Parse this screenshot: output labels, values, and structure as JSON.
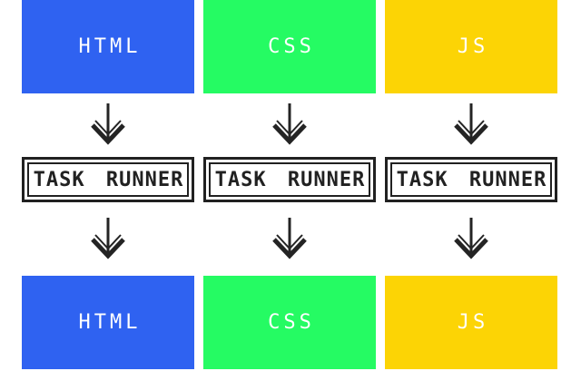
{
  "diagram": {
    "background": "#ffffff",
    "box_text_color": "#ffffff",
    "outline_color": "#212121",
    "arrow_color": "#242424",
    "columns": [
      {
        "id": "html",
        "source_label": "HTML",
        "processor_label": "TASK RUNNER",
        "output_label": "HTML",
        "box_color": "#2F62F1"
      },
      {
        "id": "css",
        "source_label": "CSS",
        "processor_label": "TASK RUNNER",
        "output_label": "CSS",
        "box_color": "#25FB63"
      },
      {
        "id": "js",
        "source_label": "JS",
        "processor_label": "TASK RUNNER",
        "output_label": "JS",
        "box_color": "#FCD405"
      }
    ]
  }
}
